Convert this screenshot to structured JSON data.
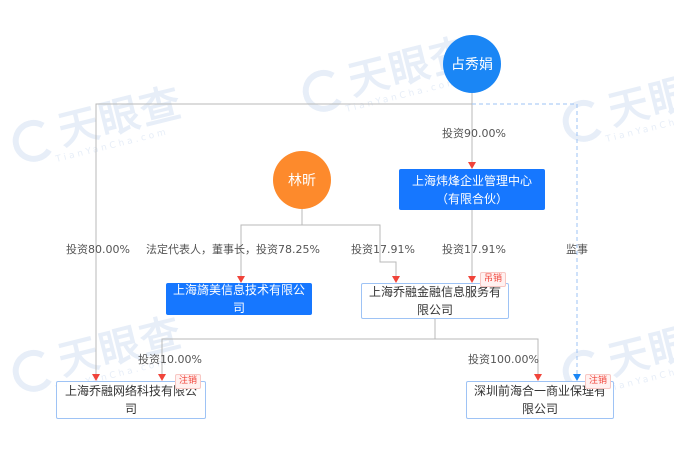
{
  "watermark": {
    "brand": "天眼查",
    "sub": "TianYanCha.com"
  },
  "nodes": {
    "zhan_xiujuan": "占秀娟",
    "lin_xin": "林昕",
    "weifeng": "上海炜烽企业管理中心（有限合伙）",
    "xuanmei": "上海旖美信息技术有限公司",
    "qiaorong_finance": "上海乔融金融信息服务有限公司",
    "qiaorong_network": "上海乔融网络科技有限公司",
    "qianhai": "深圳前海合一商业保理有限公司"
  },
  "badges": {
    "qiaorong_finance": "吊销",
    "qiaorong_network": "注销",
    "qianhai": "注销"
  },
  "edges": {
    "zhan_to_weifeng": "投资90.00%",
    "zhan_to_network": "投资80.00%",
    "zhan_to_qianhai": "监事",
    "lin_to_xuanmei": "法定代表人，董事长，投资78.25%",
    "lin_to_finance": "投资17.91%",
    "weifeng_to_finance": "投资17.91%",
    "finance_to_network": "投资10.00%",
    "finance_to_qianhai": "投资100.00%"
  },
  "colors": {
    "person_zhan": "#1a86f5",
    "person_lin": "#fd8a2c",
    "company_blue": "#1677ff",
    "line": "#b9b9b9",
    "arrow": "#f0443a"
  }
}
